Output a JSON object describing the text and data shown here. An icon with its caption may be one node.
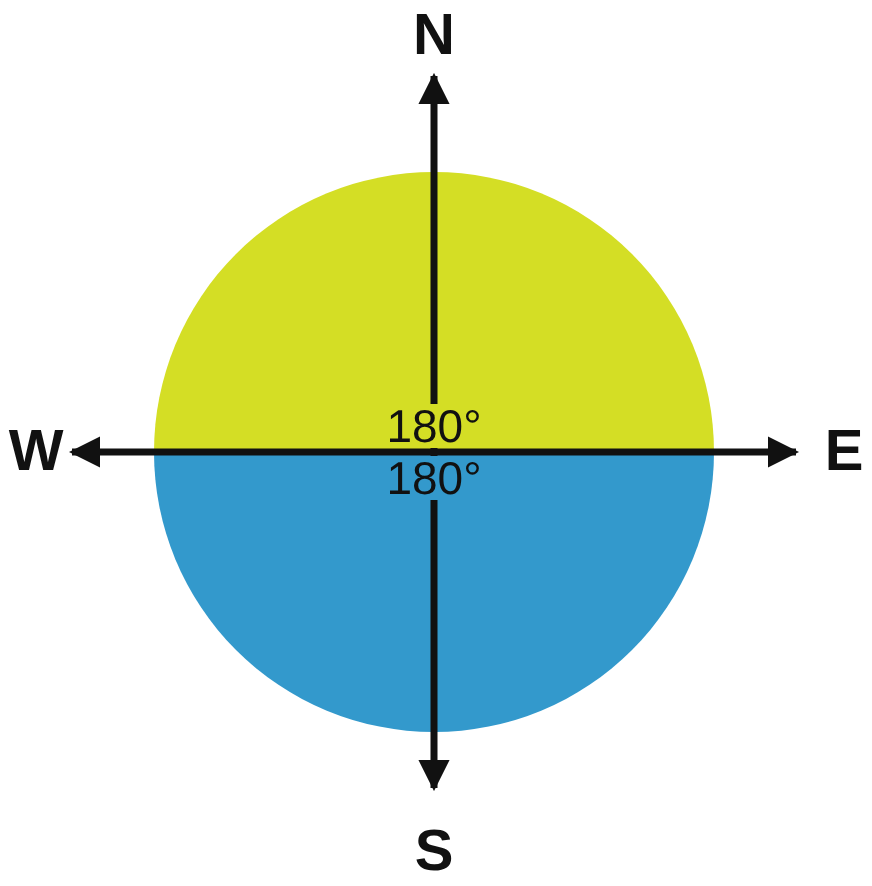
{
  "diagram": {
    "nodes": [
      {
        "text": [
          "180°"
        ]
      },
      {
        "text": [
          "180°"
        ]
      }
    ],
    "labels": [
      "N",
      "W",
      "E",
      "S"
    ]
  }
}
